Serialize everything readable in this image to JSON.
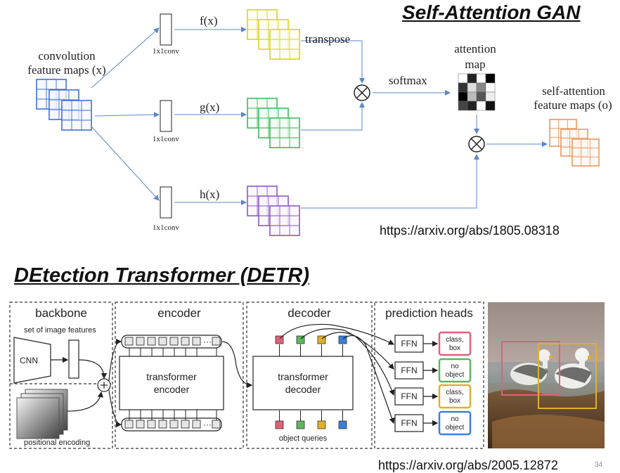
{
  "sagan": {
    "title": "Self-Attention GAN",
    "input_label_line1": "convolution",
    "input_label_line2": "feature maps (x)",
    "conv_label": "1x1conv",
    "f_label": "f(x)",
    "g_label": "g(x)",
    "h_label": "h(x)",
    "transpose_label": "transpose",
    "softmax_label": "softmax",
    "attention_label_line1": "attention",
    "attention_label_line2": "map",
    "output_label_line1": "self-attention",
    "output_label_line2": "feature maps (o)",
    "colors": {
      "input": "#3a6fd8",
      "f": "#d9d21a",
      "g": "#3cb85a",
      "h": "#8a56c0",
      "output": "#e8965a"
    },
    "url": "https://arxiv.org/abs/1805.08318"
  },
  "detr": {
    "title": "DEtection Transformer (DETR)",
    "backbone": {
      "title": "backbone",
      "features_label": "set of image features",
      "cnn_label": "CNN",
      "positional_label": "positional encoding"
    },
    "encoder": {
      "title": "encoder",
      "block_line1": "transformer",
      "block_line2": "encoder",
      "ellipsis": "···"
    },
    "decoder": {
      "title": "decoder",
      "block_line1": "transformer",
      "block_line2": "decoder",
      "queries_label": "object queries"
    },
    "prediction": {
      "title": "prediction heads",
      "ffn_label": "FFN",
      "outputs": [
        {
          "line1": "class,",
          "line2": "box",
          "color": "#e0607a"
        },
        {
          "line1": "no",
          "line2": "object",
          "color": "#5cb85c"
        },
        {
          "line1": "class,",
          "line2": "box",
          "color": "#e0b02a"
        },
        {
          "line1": "no",
          "line2": "object",
          "color": "#3a80d8"
        }
      ]
    },
    "query_colors": [
      "#e0607a",
      "#5cb85c",
      "#e0b02a",
      "#3a80d8"
    ],
    "url": "https://arxiv.org/abs/2005.12872",
    "page_number": "34"
  }
}
